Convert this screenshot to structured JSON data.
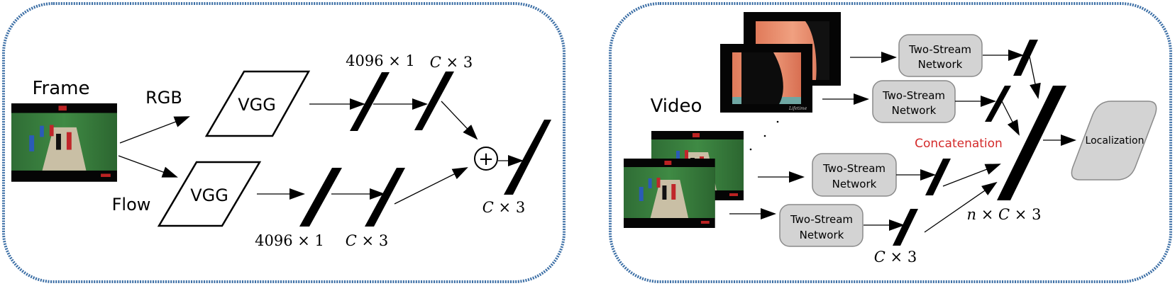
{
  "left": {
    "frame_label": "Frame",
    "rgb_label": "RGB",
    "flow_label": "Flow",
    "vgg_top": "VGG",
    "vgg_bottom": "VGG",
    "dim_4096_top": {
      "num": "4096",
      "op": " × ",
      "tail": "1"
    },
    "dim_c3_top": {
      "c": "C",
      "op": " × ",
      "tail": "3"
    },
    "dim_4096_bottom": {
      "num": "4096",
      "op": " × ",
      "tail": "1"
    },
    "dim_c3_bottom": {
      "c": "C",
      "op": " × ",
      "tail": "3"
    },
    "dim_c3_fused": {
      "c": "C",
      "op": " × ",
      "tail": "3"
    },
    "fusion_symbol": "+"
  },
  "right": {
    "video_label": "Video",
    "networks": [
      {
        "line1": "Two-Stream",
        "line2": "Network"
      },
      {
        "line1": "Two-Stream",
        "line2": "Network"
      },
      {
        "line1": "Two-Stream",
        "line2": "Network"
      },
      {
        "line1": "Two-Stream",
        "line2": "Network"
      }
    ],
    "concatenation_label": "Concatenation",
    "dim_nc3": {
      "n": "n",
      "op1": " × ",
      "c": "C",
      "op2": " × ",
      "tail": "3"
    },
    "dim_c3": {
      "c": "C",
      "op": " × ",
      "tail": "3"
    },
    "localization_label": "Localization",
    "frame_watermark": "Lifetime"
  },
  "colors": {
    "border": "#3b6ea5",
    "network_fill": "#d3d3d3",
    "concatenation_text": "#d42a2a"
  }
}
